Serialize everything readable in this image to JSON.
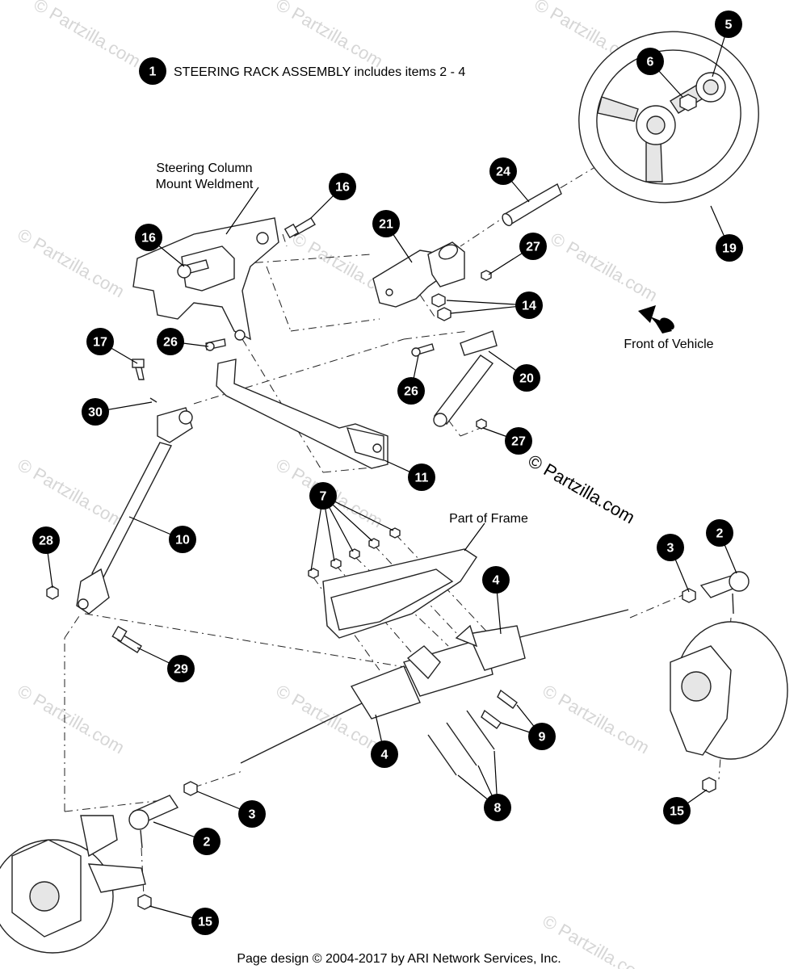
{
  "assembly_note": {
    "number": "1",
    "text": "STEERING RACK ASSEMBLY includes items 2 - 4"
  },
  "labels": {
    "column_mount": [
      "Steering Column",
      "Mount Weldment"
    ],
    "front_of_vehicle": "Front of Vehicle",
    "part_of_frame": "Part of Frame"
  },
  "copyright_mark": "© Partzilla.com",
  "watermark": "© Partzilla.com",
  "footer": "Page design © 2004-2017 by ARI Network Services, Inc.",
  "callouts": [
    {
      "id": "c5",
      "num": "5"
    },
    {
      "id": "c6",
      "num": "6"
    },
    {
      "id": "c16a",
      "num": "16"
    },
    {
      "id": "c16b",
      "num": "16"
    },
    {
      "id": "c24",
      "num": "24"
    },
    {
      "id": "c21",
      "num": "21"
    },
    {
      "id": "c27a",
      "num": "27"
    },
    {
      "id": "c19",
      "num": "19"
    },
    {
      "id": "c14",
      "num": "14"
    },
    {
      "id": "c26a",
      "num": "26"
    },
    {
      "id": "c17",
      "num": "17"
    },
    {
      "id": "c20",
      "num": "20"
    },
    {
      "id": "c26b",
      "num": "26"
    },
    {
      "id": "c30",
      "num": "30"
    },
    {
      "id": "c27b",
      "num": "27"
    },
    {
      "id": "c11",
      "num": "11"
    },
    {
      "id": "c7",
      "num": "7"
    },
    {
      "id": "c10",
      "num": "10"
    },
    {
      "id": "c28",
      "num": "28"
    },
    {
      "id": "c2a",
      "num": "2"
    },
    {
      "id": "c3a",
      "num": "3"
    },
    {
      "id": "c4a",
      "num": "4"
    },
    {
      "id": "c29",
      "num": "29"
    },
    {
      "id": "c9",
      "num": "9"
    },
    {
      "id": "c4b",
      "num": "4"
    },
    {
      "id": "c8",
      "num": "8"
    },
    {
      "id": "c3b",
      "num": "3"
    },
    {
      "id": "c15a",
      "num": "15"
    },
    {
      "id": "c2b",
      "num": "2"
    },
    {
      "id": "c15b",
      "num": "15"
    }
  ]
}
